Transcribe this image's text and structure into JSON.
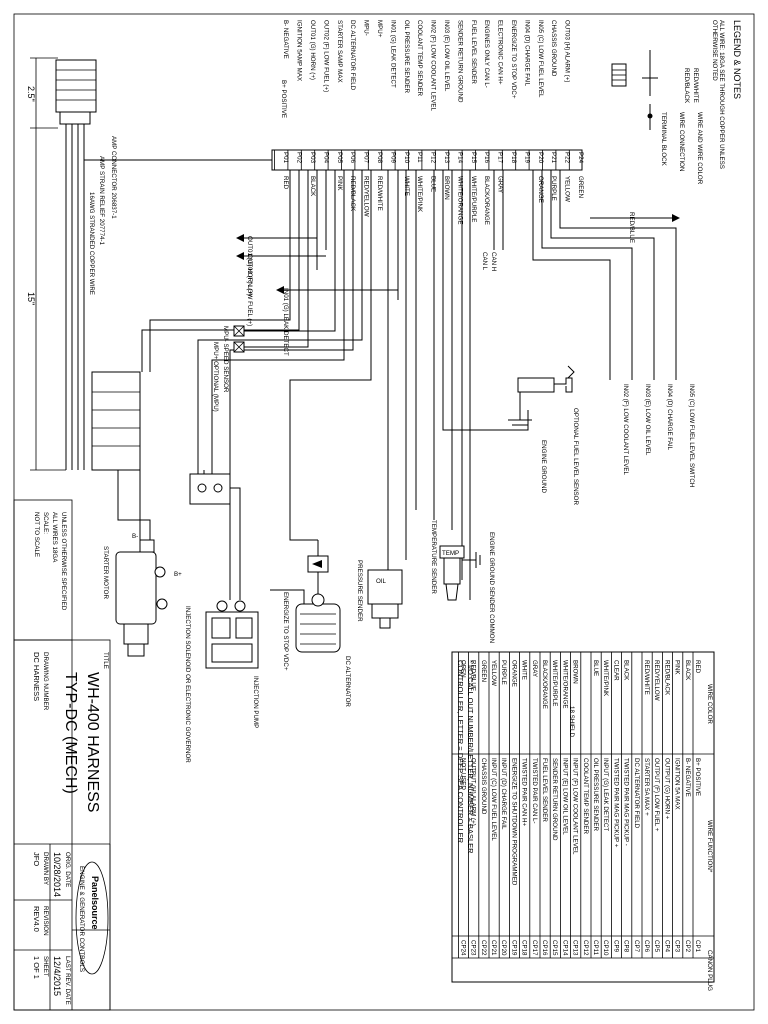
{
  "legend": {
    "title": "LEGEND & NOTES",
    "notes": [
      "ALL WIRE: 18GA SEE THROUGH COPPER UNLESS",
      "OTHERWISE NOTED"
    ],
    "wire_color_label": "WIRE AND WIRE COLOR",
    "wire_connection_label": "WIRE CONNECTION",
    "terminal_block_label": "TERMINAL BLOCK",
    "sample_colors": [
      "RED/WHITE",
      "RED/BLACK"
    ]
  },
  "pins": [
    {
      "id": "P24",
      "function": "",
      "color": "GREEN"
    },
    {
      "id": "P22",
      "function": "OUT03 (H) ALARM (+)",
      "color": "YELLOW"
    },
    {
      "id": "P21",
      "function": "CHASSIS GROUND",
      "color": "PURPLE"
    },
    {
      "id": "P20",
      "function": "IN05 (C) LOW FUEL LEVEL",
      "color": "ORANGE"
    },
    {
      "id": "P19",
      "function": "IN04 (D) CHARGE FAIL",
      "color": ""
    },
    {
      "id": "P18",
      "function": "ENERGIZE TO STOP VDC+",
      "color": ""
    },
    {
      "id": "P17",
      "function": "ELECTRONIC CAN H+",
      "color": "GRAY"
    },
    {
      "id": "P16",
      "function": "ENGINES ONLY CAN L-",
      "color": "BLACK/ORANGE"
    },
    {
      "id": "P15",
      "function": "FUEL LEVEL SENDER",
      "color": "WHITE/PURPLE"
    },
    {
      "id": "P14",
      "function": "SENDER RETURN GROUND",
      "color": "WHITE/ORANGE"
    },
    {
      "id": "P13",
      "function": "IN03 (E) LOW OIL LEVEL",
      "color": "BROWN"
    },
    {
      "id": "P12",
      "function": "IN02 (F) LOW COOLANT LEVEL",
      "color": "BLUE"
    },
    {
      "id": "P11",
      "function": "COOLANT TEMP SENDER",
      "color": "WHITE/PINK"
    },
    {
      "id": "P10",
      "function": "OIL PRESSURE SENDER",
      "color": "WHITE"
    },
    {
      "id": "P09",
      "function": "IN01 (G) LEAK DETECT",
      "color": ""
    },
    {
      "id": "P08",
      "function": "MPU+",
      "color": "RED/WHITE"
    },
    {
      "id": "P07",
      "function": "MPU-",
      "color": "RED/YELLOW"
    },
    {
      "id": "P06",
      "function": "DC ALTERNATOR FIELD",
      "color": "RED/BLACK"
    },
    {
      "id": "P05",
      "function": "STARTER SAMP MAX",
      "color": "PINK"
    },
    {
      "id": "P04",
      "function": "OUT02 (F) LOW FUEL (+)",
      "color": ""
    },
    {
      "id": "P03",
      "function": "OUT01 (G) HORN (+)",
      "color": "BLACK"
    },
    {
      "id": "P02",
      "function": "IGNITION 5AMP MAX",
      "color": ""
    },
    {
      "id": "P01",
      "function": "B- NEGATIVE",
      "color": "RED"
    }
  ],
  "pin_extra_labels": [
    "B+ POSITIVE"
  ],
  "can_labels": [
    "CAN H",
    "CAN L"
  ],
  "wire_labels": {
    "red_blue": "RED/BLUE",
    "horn_out": "OUT01 (G) HORN (+)",
    "lowfuel_out": "OUT02 (F) LOW FUEL (+)",
    "leak_detect": "IN01 (G) LEAK DETECT",
    "mpu_speed": "MPU- SPEED SENSOR",
    "mpu_optional": "MPU+ OPTIONAL (MPU)"
  },
  "switch_labels": [
    "IN05 (C) LOW FUEL LEVEL SWITCH",
    "IN04 (D) CHARGE FAIL",
    "IN03 (E) LOW OIL LEVEL",
    "IN02 (F) LOW COOLANT LEVEL"
  ],
  "component_labels": {
    "fuel_level_sensor": "OPTIONAL FUEL LEVEL SENSOR",
    "engine_ground": "ENGINE GROUND",
    "engine_ground_sender": "ENGINE GROUND SENDER COMMON",
    "temperature_sender": "TEMPERATURE SENDER",
    "temp_badge": "TEMP",
    "oil_badge": "OIL",
    "pressure_sender": "PRESSURE SENDER",
    "dc_alternator": "DC ALTERNATOR",
    "energize_to_stop": "ENERGIZE TO STOP VDC+",
    "injection_pump": "INJECTION PUMP",
    "injection_solenoid": "INJECTION SOLENOID OR ELECTRONIC GOVERNOR",
    "starter_motor": "STARTER MOTOR",
    "b_minus": "B-",
    "b_plus": "B+"
  },
  "connector": {
    "dim_top": "2.5\"",
    "dim_mid": "15\"",
    "amp_connector": "AMP CONNECTOR 206837-1",
    "amp_strain": "AMP STRAIN RELIEF 207774-1",
    "stranded_wire": "16AWG STRANDED COPPER WIRE"
  },
  "wire_table": {
    "headers": [
      "WIRE COLOR",
      "WIRE FUNCTION*",
      "CANON PLUG"
    ],
    "rows": [
      [
        "RED",
        "B+ POSITIVE",
        "CP1"
      ],
      [
        "BLACK",
        "B- NEGATIVE",
        "CP2"
      ],
      [
        "PINK",
        "IGNITION 5A MAX",
        "CP3"
      ],
      [
        "RED/BLACK",
        "OUTPUT (G) HORN +",
        "CP4"
      ],
      [
        "RED/YELLOW",
        "OUTPUT (F) LOW FUEL +",
        "CP5"
      ],
      [
        "RED/WHITE",
        "STARTER 5A MAX +",
        "CP6"
      ],
      [
        "",
        "DC ALTERNATOR FIELD",
        "CP7"
      ],
      [
        "BLACK",
        "TWISTED PAIR MAG PICKUP -",
        "CP8"
      ],
      [
        "CLEAR",
        "TWISTED PAIR MAG PICKUP +",
        "CP9"
      ],
      [
        "WHITE/PINK",
        "INPUT (G) LEAK DETECT",
        "CP10"
      ],
      [
        "BLUE",
        "OIL PRESSURE SENDER",
        "CP11"
      ],
      [
        "",
        "COOLANT TEMP SENDER",
        "CP12"
      ],
      [
        "BROWN",
        "INPUT (F) LOW COOLANT LEVEL",
        "CP13"
      ],
      [
        "WHITE/ORANGE",
        "INPUT (E) LOW OIL LEVEL",
        "CP14"
      ],
      [
        "WHITE/PURPLE",
        "SENDER RETURN GROUND",
        "CP15"
      ],
      [
        "BLACK/ORANGE",
        "FUEL LEVEL SENDER",
        "CP16"
      ],
      [
        "GRAY",
        "TWISTED PAIR CAN L-",
        "CP17"
      ],
      [
        "WHITE",
        "TWISTED PAIR CAN H+",
        "CP18"
      ],
      [
        "ORANGE",
        "ENERGIZE TO SHUTDOWN PROGRAMMED",
        "CP19"
      ],
      [
        "PURPLE",
        "INPUT (D) CHARGE FAIL",
        "CP20"
      ],
      [
        "YELLOW",
        "INPUT (C) LOW FUEL LEVEL",
        "CP21"
      ],
      [
        "GREEN",
        "CHASSIS GROUND",
        "CP22"
      ],
      [
        "RED/BLUE",
        "OUTPUT (H) ALARM (+)",
        "CP23"
      ],
      [
        "OPEN",
        "NOT USED",
        "CP24"
      ]
    ],
    "shielded_note": "18 SHIELD",
    "footnote": "* I/O CALL OUT NUMBER/LETTER, NUMBER = BASLER CONTROLLER, LETTER = DEEP SEA CONTROLLER"
  },
  "unless_note": [
    "UNLESS OTHERWISE SPECIFIED",
    "ALL WIRES 18GA",
    "SCALE:",
    "NOT TO SCALE"
  ],
  "title_block": {
    "title_label": "TITLE",
    "title": "WH-400 HARNESS",
    "subtitle": "TYP-DC (MECH)",
    "drawing_number_label": "DRAWING NUMBER",
    "drawing_number": "DC HARNESS",
    "orig_date_label": "ORIG. DATE",
    "orig_date": "10/28/2014",
    "drawn_by_label": "DRAWN BY",
    "drawn_by": "JFO",
    "revision_label": "REVISION",
    "revision": "REV4.0",
    "last_rev_label": "LAST REV. DATE",
    "last_rev": "12/4/2015",
    "sheet_label": "SHEET",
    "sheet": "1 OF 1",
    "company": "Panelsource",
    "company_sub": "ENGINE & GENERATOR CONTROLS"
  }
}
